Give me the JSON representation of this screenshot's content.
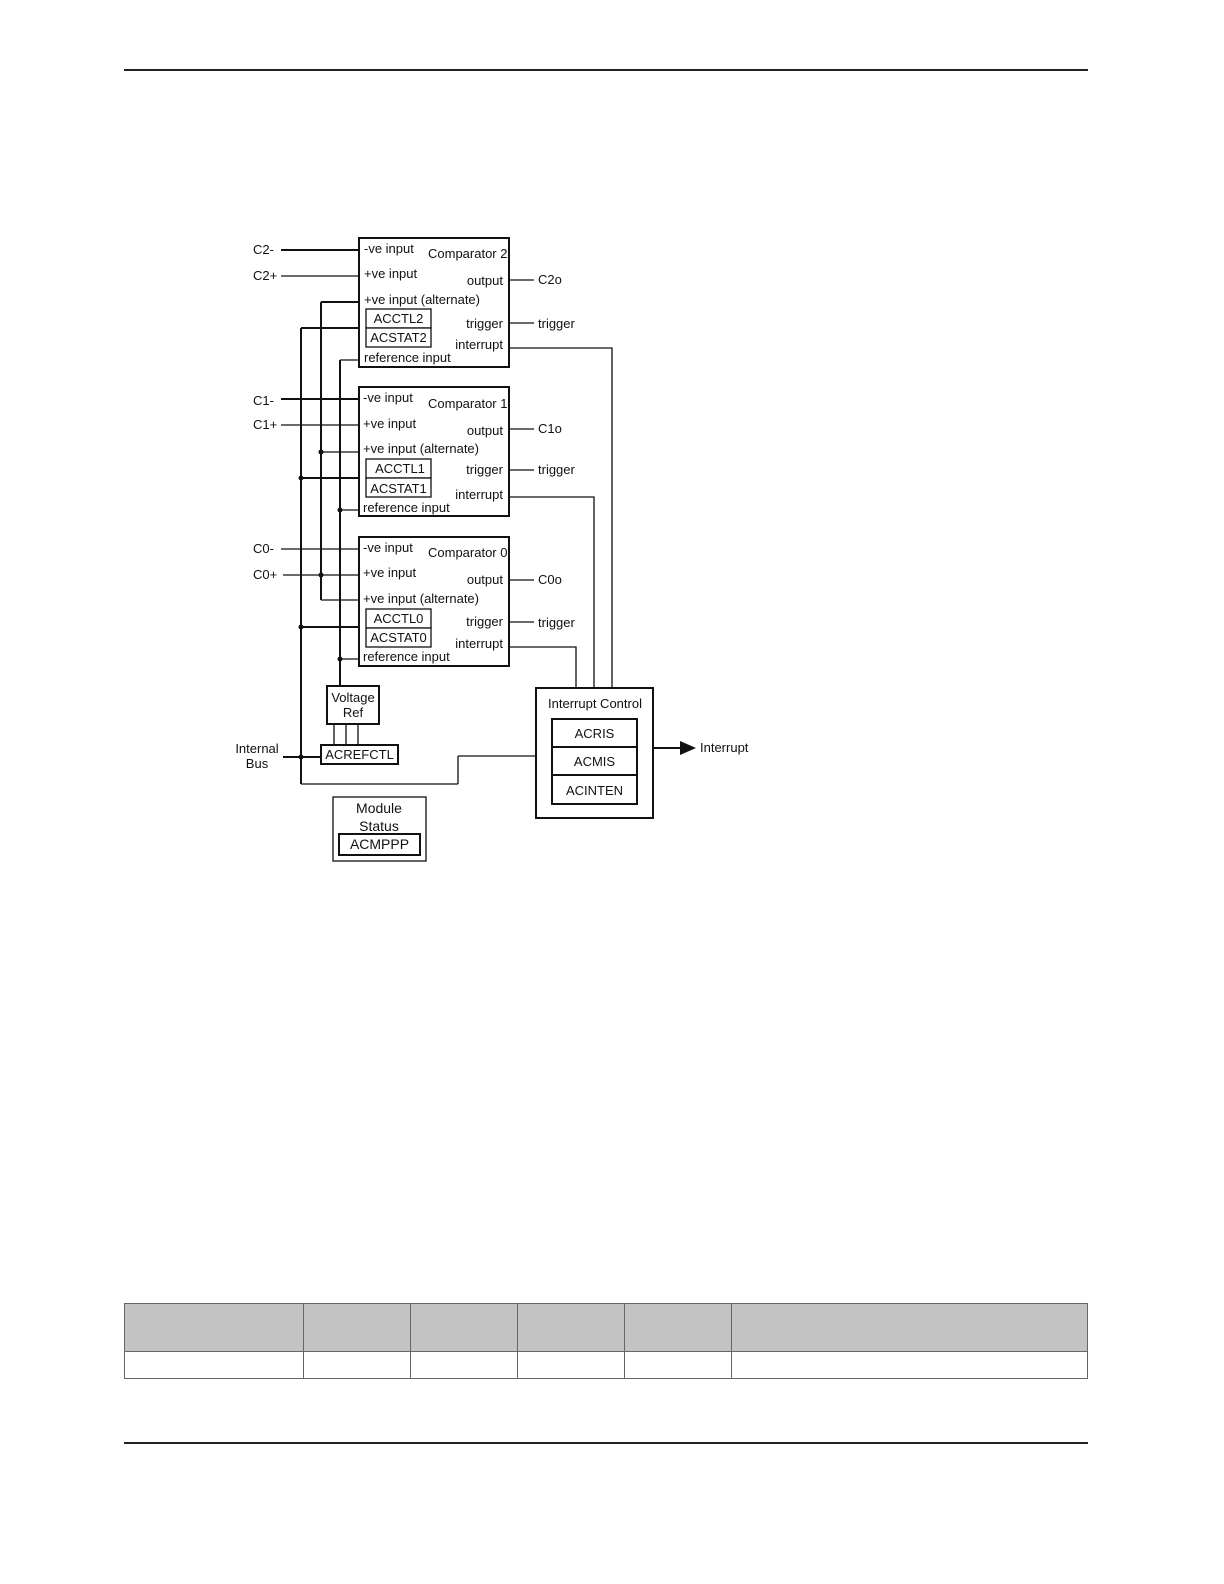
{
  "diagram": {
    "comparators": [
      {
        "title": "Comparator 2",
        "neg": "-ve input",
        "pos": "+ve input",
        "alt": "+ve input (alternate)",
        "ctl": "ACCTL2",
        "stat": "ACSTAT2",
        "ref": "reference input",
        "output_port": "output",
        "trigger_port": "trigger",
        "interrupt_port": "interrupt",
        "pin_neg": "C2-",
        "pin_pos": "C2+",
        "out_pin": "C2o",
        "trig_out": "trigger"
      },
      {
        "title": "Comparator 1",
        "neg": "-ve input",
        "pos": "+ve input",
        "alt": "+ve input (alternate)",
        "ctl": "ACCTL1",
        "stat": "ACSTAT1",
        "ref": "reference input",
        "output_port": "output",
        "trigger_port": "trigger",
        "interrupt_port": "interrupt",
        "pin_neg": "C1-",
        "pin_pos": "C1+",
        "out_pin": "C1o",
        "trig_out": "trigger"
      },
      {
        "title": "Comparator 0",
        "neg": "-ve input",
        "pos": "+ve input",
        "alt": "+ve input (alternate)",
        "ctl": "ACCTL0",
        "stat": "ACSTAT0",
        "ref": "reference input",
        "output_port": "output",
        "trigger_port": "trigger",
        "interrupt_port": "interrupt",
        "pin_neg": "C0-",
        "pin_pos": "C0+",
        "out_pin": "C0o",
        "trig_out": "trigger"
      }
    ],
    "voltage_ref": {
      "line1": "Voltage",
      "line2": "Ref"
    },
    "acrefctl": "ACREFCTL",
    "internal_bus": {
      "line1": "Internal",
      "line2": "Bus"
    },
    "interrupt_control": {
      "title": "Interrupt Control",
      "regs": [
        "ACRIS",
        "ACMIS",
        "ACINTEN"
      ],
      "out": "Interrupt"
    },
    "module_status": {
      "line1": "Module",
      "line2": "Status",
      "reg": "ACMPPP"
    }
  },
  "table": {
    "columns": 6,
    "rows": 1
  }
}
